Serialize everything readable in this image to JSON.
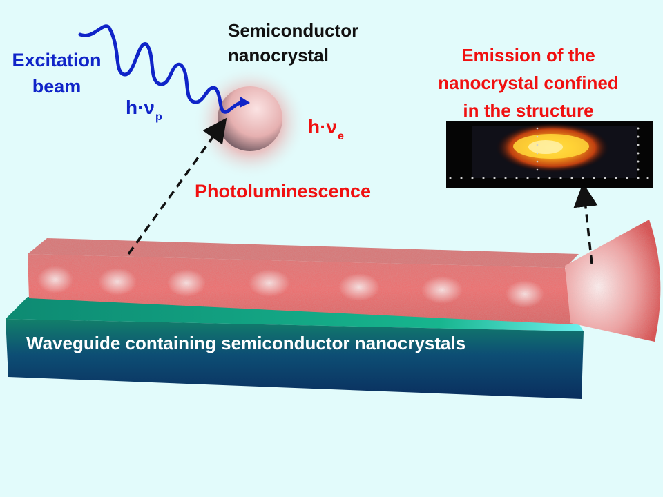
{
  "labels": {
    "excitation_beam": [
      "Excitation",
      "beam"
    ],
    "nanocrystal_title": [
      "Semiconductor",
      "nanocrystal"
    ],
    "pump_photon": {
      "base": "h·ν",
      "subscript": "p"
    },
    "emitted_photon": {
      "base": "h·ν",
      "subscript": "e"
    },
    "photoluminescence": "Photoluminescence",
    "emission_title": [
      "Emission of the",
      "nanocrystal confined",
      "in the structure"
    ],
    "waveguide": "Waveguide containing semiconductor nanocrystals"
  },
  "colors": {
    "background": "#e2fbfb",
    "excitation": "#1024c8",
    "emission": "#f01010",
    "waveguide_core": "#e85a5a",
    "substrate_top": "#14a88a",
    "substrate_side": "#0b3a6e"
  }
}
